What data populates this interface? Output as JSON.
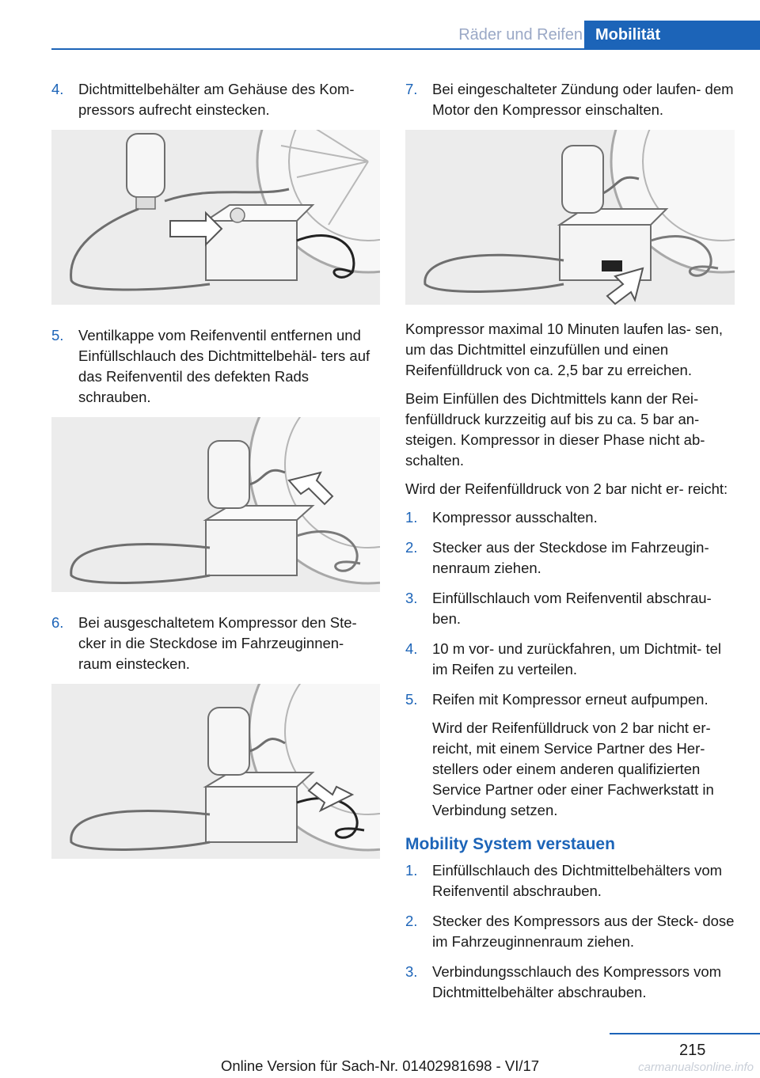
{
  "header": {
    "section": "Räder und Reifen",
    "tab": "Mobilität"
  },
  "left_column": {
    "step4": {
      "num": "4.",
      "text": "Dichtmittelbehälter am Gehäuse des Kom- pressors aufrecht einstecken."
    },
    "step5": {
      "num": "5.",
      "text": "Ventilkappe vom Reifenventil entfernen und Einfüllschlauch des Dichtmittelbehäl- ters auf das Reifenventil des defekten Rads schrauben."
    },
    "step6": {
      "num": "6.",
      "text": "Bei ausgeschaltetem Kompressor den Ste- cker in die Steckdose im Fahrzeuginnen- raum einstecken."
    }
  },
  "right_column": {
    "step7": {
      "num": "7.",
      "text": "Bei eingeschalteter Zündung oder laufen- dem Motor den Kompressor einschalten."
    },
    "para1": "Kompressor maximal 10 Minuten laufen las- sen, um das Dichtmittel einzufüllen und einen Reifenfülldruck von ca. 2,5 bar zu erreichen.",
    "para2": "Beim Einfüllen des Dichtmittels kann der Rei- fenfülldruck kurzzeitig auf bis zu ca. 5 bar an- steigen. Kompressor in dieser Phase nicht ab- schalten.",
    "para3": "Wird der Reifenfülldruck von 2 bar nicht er- reicht:",
    "list1": [
      {
        "num": "1.",
        "text": "Kompressor ausschalten."
      },
      {
        "num": "2.",
        "text": "Stecker aus der Steckdose im Fahrzeugin- nenraum ziehen."
      },
      {
        "num": "3.",
        "text": "Einfüllschlauch vom Reifenventil abschrau- ben."
      },
      {
        "num": "4.",
        "text": "10 m vor- und zurückfahren, um Dichtmit- tel im Reifen zu verteilen."
      },
      {
        "num": "5.",
        "text": "Reifen mit Kompressor erneut aufpumpen.",
        "sub": "Wird der Reifenfülldruck von 2 bar nicht er- reicht, mit einem Service Partner des Her- stellers oder einem anderen qualifizierten Service Partner oder einer Fachwerkstatt in Verbindung setzen."
      }
    ],
    "heading": "Mobility System verstauen",
    "list2": [
      {
        "num": "1.",
        "text": "Einfüllschlauch des Dichtmittelbehälters vom Reifenventil abschrauben."
      },
      {
        "num": "2.",
        "text": "Stecker des Kompressors aus der Steck- dose im Fahrzeuginnenraum ziehen."
      },
      {
        "num": "3.",
        "text": "Verbindungsschlauch des Kompressors vom Dichtmittelbehälter abschrauben."
      }
    ]
  },
  "footer": {
    "page_number": "215",
    "online_version": "Online Version für Sach-Nr. 01402981698 - VI/17",
    "watermark": "carmanualsonline.info"
  }
}
